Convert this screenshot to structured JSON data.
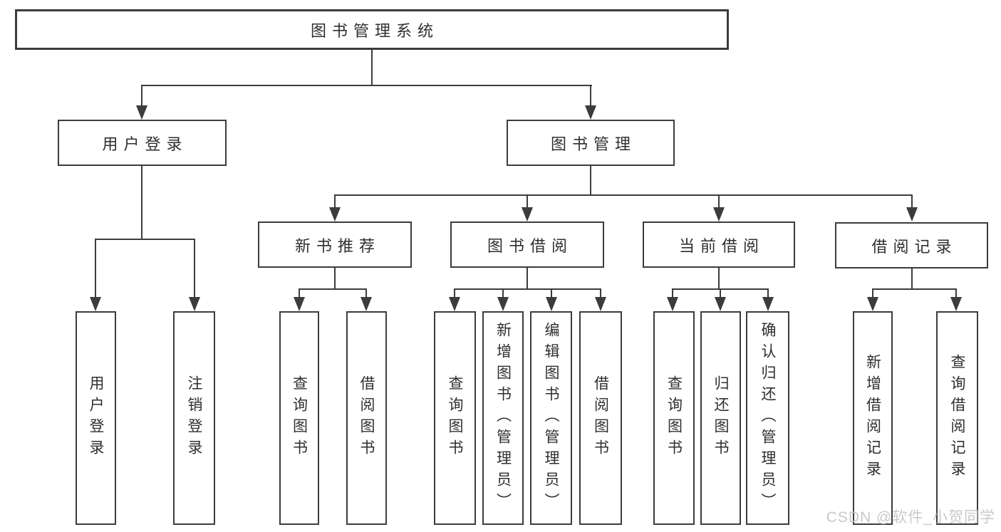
{
  "diagram": {
    "root": {
      "label": "图书管理系统"
    },
    "level2": [
      {
        "label": "用户登录"
      },
      {
        "label": "图书管理"
      }
    ],
    "level3": [
      {
        "label": "新书推荐"
      },
      {
        "label": "图书借阅"
      },
      {
        "label": "当前借阅"
      },
      {
        "label": "借阅记录"
      }
    ],
    "leaves": {
      "user_login": [
        "用户登录",
        "注销登录"
      ],
      "new_book": [
        "查询图书",
        "借阅图书"
      ],
      "book_borrow": [
        "查询图书",
        "新增图书（管理员）",
        "编辑图书（管理员）",
        "借阅图书"
      ],
      "current_borrow": [
        "查询图书",
        "归还图书",
        "确认归还（管理员）"
      ],
      "borrow_record": [
        "新增借阅记录",
        "查询借阅记录"
      ]
    }
  },
  "watermark": "CSDN @软件_小贺同学",
  "colors": {
    "line": "#3c3c3c",
    "text": "#2f2f2f",
    "watermark": "#c9c9c9",
    "background": "#ffffff"
  }
}
